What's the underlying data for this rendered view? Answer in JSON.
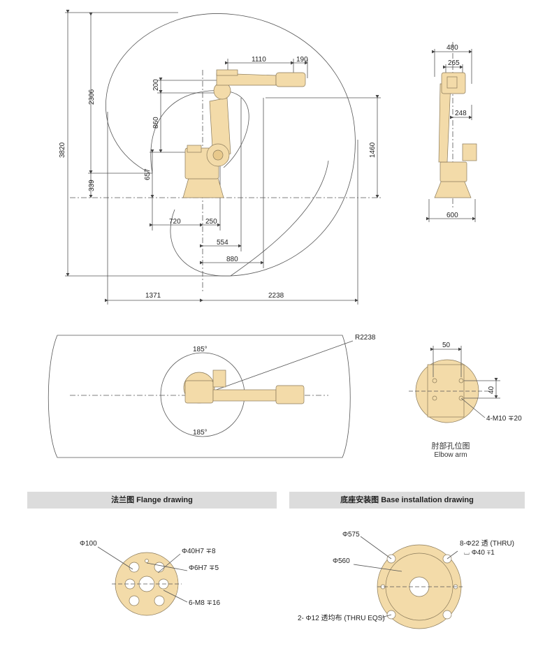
{
  "colors": {
    "robot": "#f3dba9",
    "robot_edge": "#8a7a5a",
    "line": "#555555",
    "bar": "#dcdcdc"
  },
  "side_view": {
    "dims": {
      "d1110": "1110",
      "d190": "190",
      "d2306": "2306",
      "d3820": "3820",
      "d339": "339",
      "d200": "200",
      "d860": "860",
      "d657": "657",
      "d1460": "1460",
      "d720": "720",
      "d250": "250",
      "d554": "554",
      "d880": "880",
      "d1371": "1371",
      "d2238": "2238"
    }
  },
  "front_view": {
    "dims": {
      "d480": "480",
      "d265": "265",
      "d248": "248",
      "d600": "600"
    }
  },
  "top_view": {
    "radius_label": "R2238",
    "angle_top": "185°",
    "angle_bottom": "185°"
  },
  "elbow": {
    "dims": {
      "d50": "50",
      "d40": "40",
      "holes": "4-M10 ∓20"
    },
    "caption_cn": "肘部孔位图",
    "caption_en": "Elbow arm"
  },
  "flange": {
    "title": "法兰图 Flange drawing",
    "labels": {
      "phi100": "Φ100",
      "phi40": "Φ40H7 ∓8",
      "phi6": "Φ6H7 ∓5",
      "m8": "6-M8 ∓16"
    }
  },
  "base": {
    "title": "底座安装图 Base installation drawing",
    "labels": {
      "phi575": "Φ575",
      "phi560": "Φ560",
      "holes22": "8-Φ22 透 (THRU)",
      "cbore": "⌴ Φ40 ∓1",
      "holes12": "2- Φ12 透均布 (THRU EQS)"
    }
  }
}
